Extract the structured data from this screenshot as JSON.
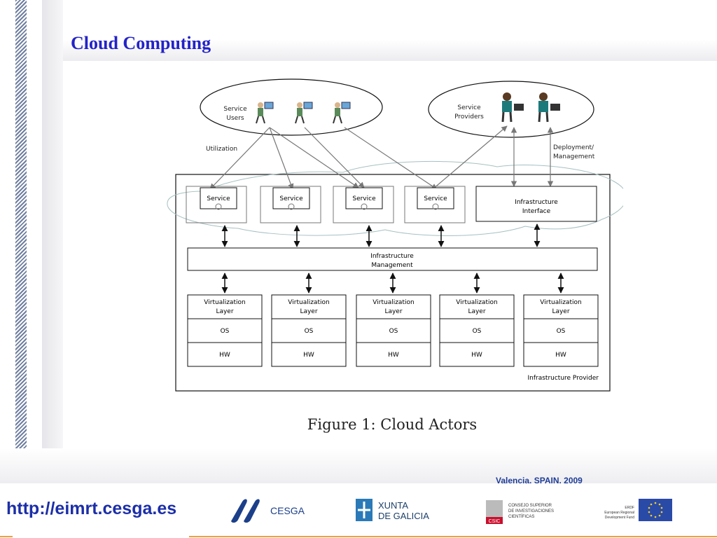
{
  "slide": {
    "title": "Cloud Computing",
    "caption": "Figure 1:  Cloud Actors",
    "venue": "Valencia, SPAIN, 2009",
    "url": "http://eimrt.cesga.es"
  },
  "diagram": {
    "users_group": [
      "Service",
      "Users"
    ],
    "providers_group": [
      "Service",
      "Providers"
    ],
    "utilization_label": "Utilization",
    "deployment_label": [
      "Deployment/",
      "Management"
    ],
    "service_label": "Service",
    "infra_interface": [
      "Infrastructure",
      "Interface"
    ],
    "infra_management": [
      "Infrastructure",
      "Management"
    ],
    "virtualization_layer": [
      "Virtualization",
      "Layer"
    ],
    "os_label": "OS",
    "hw_label": "HW",
    "infra_provider": "Infrastructure Provider"
  },
  "logos": {
    "cesga": "CESGA",
    "xunta": [
      "XUNTA",
      "DE GALICIA"
    ],
    "csic": [
      "CONSEJO SUPERIOR",
      "DE INVESTIGACIONES",
      "CIENTÍFICAS"
    ],
    "csic_mark": "CSIC",
    "erdf": [
      "ERDF",
      "European Regional",
      "Development Fund"
    ]
  },
  "colors": {
    "title": "#2323c8",
    "url": "#1c2fa8",
    "venue": "#1f3d96",
    "orange_rule": "#f0a040",
    "stripe": "#6f7fa0"
  }
}
